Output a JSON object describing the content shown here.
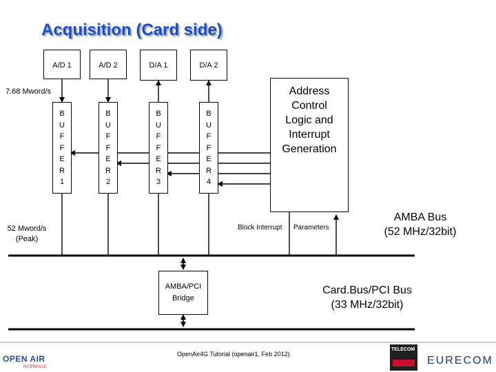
{
  "title": "Acquisition (Card side)",
  "converters": [
    "A/D 1",
    "A/D 2",
    "D/A 1",
    "D/A 2"
  ],
  "buffers": [
    "B\nU\nF\nF\nE\nR\n1",
    "B\nU\nF\nF\nE\nR\n2",
    "B\nU\nF\nF\nE\nR\n3",
    "B\nU\nF\nF\nE\nR\n4"
  ],
  "rate_label": "7.68 Mword/s",
  "address_block": "Address\nControl\nLogic and\nInterrupt\nGeneration",
  "block_interrupt": "Block Interrupt",
  "parameters": "Parameters",
  "peak_rate": "52 Mword/s\n(Peak)",
  "amba_bus": "AMBA Bus\n(52 MHz/32bit)",
  "bridge": "AMBA/PCI\nBridge",
  "cardbus": "Card.Bus/PCI Bus\n(33 MHz/32bit)",
  "footer": {
    "center_text": "OpenAir4G Tutorial (openair1, Feb 2012)",
    "logo_left": "OPEN AIR",
    "logo_left_sub": "INTERFACE",
    "logo_telecom": "TELECOM",
    "logo_eurecom": "EURECOM"
  }
}
